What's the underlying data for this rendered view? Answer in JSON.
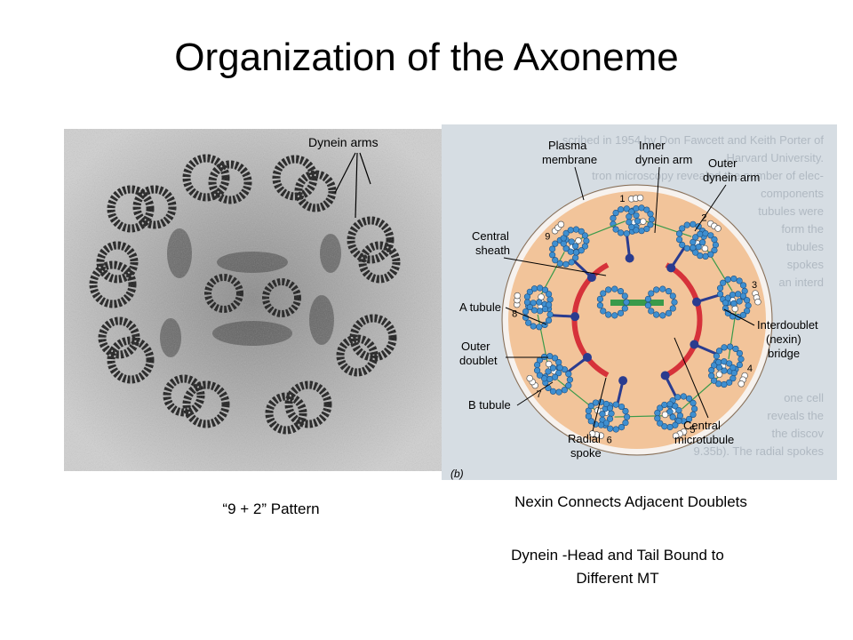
{
  "slide": {
    "title": "Organization of the Axoneme"
  },
  "micrograph": {
    "dynein_label": "Dynein arms"
  },
  "diagram": {
    "labels": {
      "plasma_membrane_1": "Plasma",
      "plasma_membrane_2": "membrane",
      "inner_dynein_1": "Inner",
      "inner_dynein_2": "dynein arm",
      "outer_dynein_1": "Outer",
      "outer_dynein_2": "dynein arm",
      "central_sheath_1": "Central",
      "central_sheath_2": "sheath",
      "a_tubule": "A tubule",
      "outer_doublet_1": "Outer",
      "outer_doublet_2": "doublet",
      "b_tubule": "B tubule",
      "radial_spoke_1": "Radial",
      "radial_spoke_2": "spoke",
      "central_mt_1": "Central",
      "central_mt_2": "microtubule",
      "interdoublet_1": "Interdoublet",
      "interdoublet_2": "(nexin)",
      "interdoublet_3": "bridge",
      "panel": "(b)"
    },
    "doublet_numbers": [
      "1",
      "2",
      "3",
      "4",
      "5",
      "6",
      "7",
      "8",
      "9"
    ]
  },
  "captions": {
    "pattern": "“9 + 2” Pattern",
    "nexin": "Nexin Connects Adjacent Doublets",
    "dynein_1": "Dynein -Head and Tail Bound to",
    "dynein_2": "Different MT"
  },
  "colors": {
    "membrane_fill": "#f2c49a",
    "doublet_blue": "#3f8fd0",
    "sheath_red": "#d6323a",
    "bridge_green": "#3a9a4a",
    "spoke_navy": "#2a3c8f"
  }
}
